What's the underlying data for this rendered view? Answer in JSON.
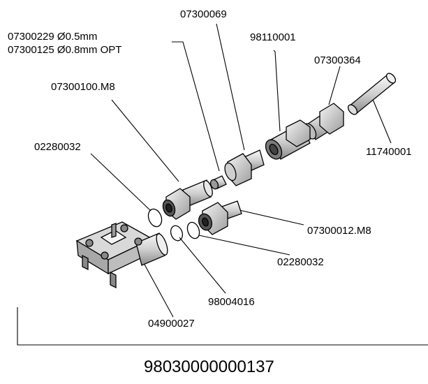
{
  "labels": {
    "p07300069": "07300069",
    "p07300229": "07300229 Ø0.5mm",
    "p07300125": "07300125 Ø0.8mm OPT",
    "p98110001": "98110001",
    "p07300364": "07300364",
    "p07300100": "07300100.M8",
    "p11740001": "11740001",
    "p02280032_top": "02280032",
    "p07300012": "07300012.M8",
    "p02280032_bottom": "02280032",
    "p98004016": "98004016",
    "p04900027": "04900027"
  },
  "assembly_number": "98030000000137",
  "colors": {
    "line": "#000000",
    "part_fill": "#e6e6e6",
    "part_shade": "#9a9a9a",
    "background": "#ffffff"
  }
}
